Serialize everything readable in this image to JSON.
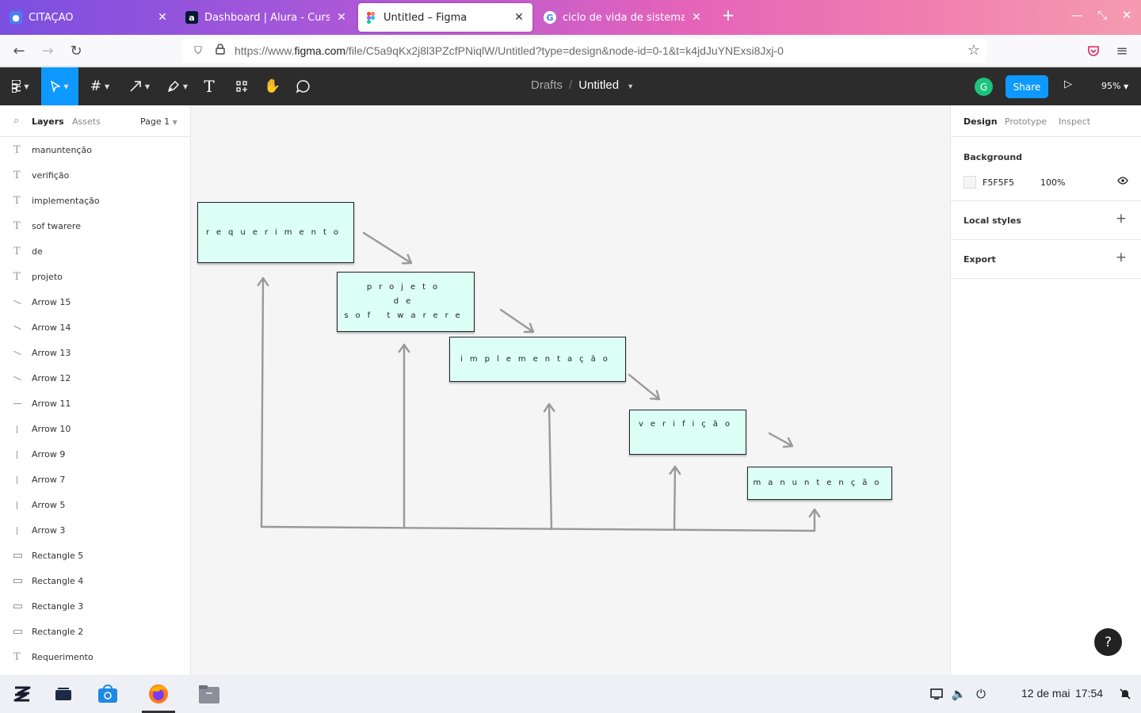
{
  "browser": {
    "tabs": [
      {
        "title": "CITAÇÃO",
        "favicon": "contact-icon",
        "active": false
      },
      {
        "title": "Dashboard | Alura - Curso",
        "favicon": "alura-icon",
        "active": false
      },
      {
        "title": "Untitled – Figma",
        "favicon": "figma-icon",
        "active": true
      },
      {
        "title": "ciclo de vida de sistema - ",
        "favicon": "google-icon",
        "active": false
      }
    ],
    "url_prefix": "https://www.",
    "url_domain": "figma.com",
    "url_rest": "/file/C5a9qKx2j8l3PZcfPNiqlW/Untitled?type=design&node-id=0-1&t=k4jdJuYNExsi8Jxj-0"
  },
  "figma": {
    "breadcrumb_drafts": "Drafts",
    "breadcrumb_sep": "/",
    "file_name": "Untitled",
    "avatar_letter": "G",
    "share_label": "Share",
    "zoom": "95%",
    "accent": "#0d99ff"
  },
  "layers_panel": {
    "tab_layers": "Layers",
    "tab_assets": "Assets",
    "page": "Page 1",
    "items": [
      {
        "name": "manuntenção",
        "type": "text"
      },
      {
        "name": "verifição",
        "type": "text"
      },
      {
        "name": "implementação",
        "type": "text"
      },
      {
        "name": "sof twarere",
        "type": "text"
      },
      {
        "name": "de",
        "type": "text"
      },
      {
        "name": "projeto",
        "type": "text"
      },
      {
        "name": "Arrow 15",
        "type": "arrow-diag"
      },
      {
        "name": "Arrow 14",
        "type": "arrow-diag"
      },
      {
        "name": "Arrow 13",
        "type": "arrow-diag"
      },
      {
        "name": "Arrow 12",
        "type": "arrow-diag"
      },
      {
        "name": "Arrow 11",
        "type": "arrow-h"
      },
      {
        "name": "Arrow 10",
        "type": "arrow-v"
      },
      {
        "name": "Arrow 9",
        "type": "arrow-v"
      },
      {
        "name": "Arrow 7",
        "type": "arrow-v"
      },
      {
        "name": "Arrow 5",
        "type": "arrow-v"
      },
      {
        "name": "Arrow 3",
        "type": "arrow-v"
      },
      {
        "name": "Rectangle 5",
        "type": "rect"
      },
      {
        "name": "Rectangle 4",
        "type": "rect"
      },
      {
        "name": "Rectangle 3",
        "type": "rect"
      },
      {
        "name": "Rectangle 2",
        "type": "rect"
      },
      {
        "name": "Requerimento",
        "type": "text"
      }
    ]
  },
  "canvas": {
    "background": "#f5f5f5",
    "box_fill": "#dcfff6",
    "boxes": [
      {
        "label": "requerimento"
      },
      {
        "label": "projeto\nde\nsof twarere"
      },
      {
        "label": "implementação"
      },
      {
        "label": "verifição"
      },
      {
        "label": "manuntenção"
      }
    ]
  },
  "design_panel": {
    "tab_design": "Design",
    "tab_prototype": "Prototype",
    "tab_inspect": "Inspect",
    "background_title": "Background",
    "bg_hex": "F5F5F5",
    "bg_opacity": "100%",
    "local_styles": "Local styles",
    "export": "Export",
    "help": "?"
  },
  "taskbar": {
    "date": "12 de mai",
    "time": "17:54"
  }
}
